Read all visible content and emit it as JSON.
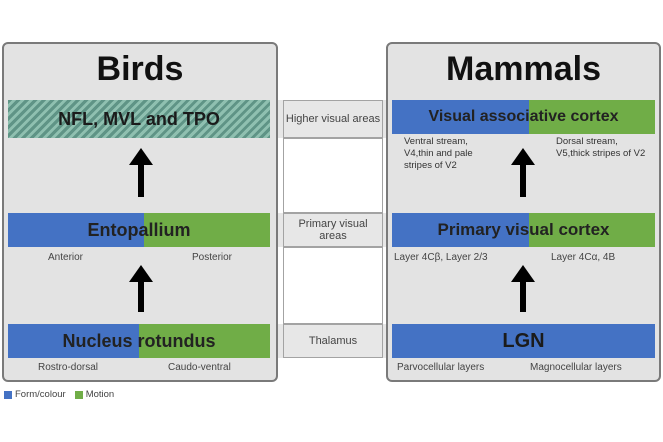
{
  "colors": {
    "visual_form": "#4472c4",
    "motion": "#70ad47",
    "hatch": "#6b9c8c"
  },
  "birds": {
    "title": "Birds",
    "higher_box": "NFL, MVL and TPO",
    "primary_box": "Entopallium",
    "primary_left_sub": "Anterior",
    "primary_right_sub": "Posterior",
    "thalamus_box": "Nucleus rotundus",
    "thalamus_left_sub": "Rostro-dorsal",
    "thalamus_right_sub": "Caudo-ventral"
  },
  "middle": {
    "higher_label": "Higher visual areas",
    "primary_label": "Primary visual areas",
    "thalamus_label": "Thalamus"
  },
  "mammals": {
    "title": "Mammals",
    "higher_box": "Visual associative cortex",
    "higher_left_note": "Ventral stream, V4,thin and pale stripes of V2",
    "higher_right_note": "Dorsal stream, V5,thick stripes of V2",
    "primary_box": "Primary visual cortex",
    "primary_left_sub": "Layer 4Cβ, Layer 2/3",
    "primary_right_sub": "Layer 4Cα, 4B",
    "thalamus_box": "LGN",
    "thalamus_left_sub": "Parvocellular layers",
    "thalamus_right_sub": "Magnocellular layers"
  },
  "legend": {
    "form_label": "Form/colour",
    "motion_label": "Motion"
  }
}
